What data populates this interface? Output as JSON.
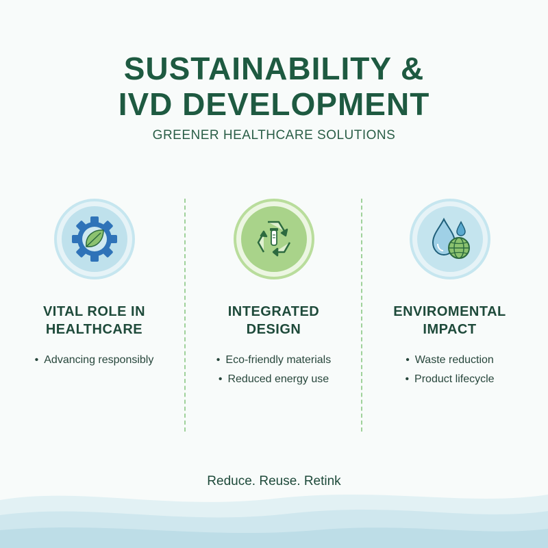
{
  "header": {
    "title_line1": "SUSTAINABILITY &",
    "title_line2": "IVD DEVELOPMENT",
    "subtitle": "GREENER HEALTHCARE SOLUTIONS"
  },
  "columns": [
    {
      "icon": "gear-leaf-icon",
      "title_line1": "VITAL ROLE IN",
      "title_line2": "HEALTHCARE",
      "bullets": [
        "Advancing responsibly"
      ]
    },
    {
      "icon": "recycle-icon",
      "title_line1": "INTEGRATED",
      "title_line2": "DESIGN",
      "bullets": [
        "Eco-friendly materials",
        "Reduced energy use"
      ]
    },
    {
      "icon": "water-globe-icon",
      "title_line1": "ENVIROMENTAL",
      "title_line2": "IMPACT",
      "bullets": [
        "Waste reduction",
        "Product lifecycle"
      ]
    }
  ],
  "footer": {
    "tagline": "Reduce. Reuse. Retink"
  },
  "colors": {
    "title": "#1e5a41",
    "divider": "#9fd19a",
    "blue_ring": "#c6e6ef",
    "green_ring": "#b9dd9c",
    "wave": "#d4ebf0"
  }
}
